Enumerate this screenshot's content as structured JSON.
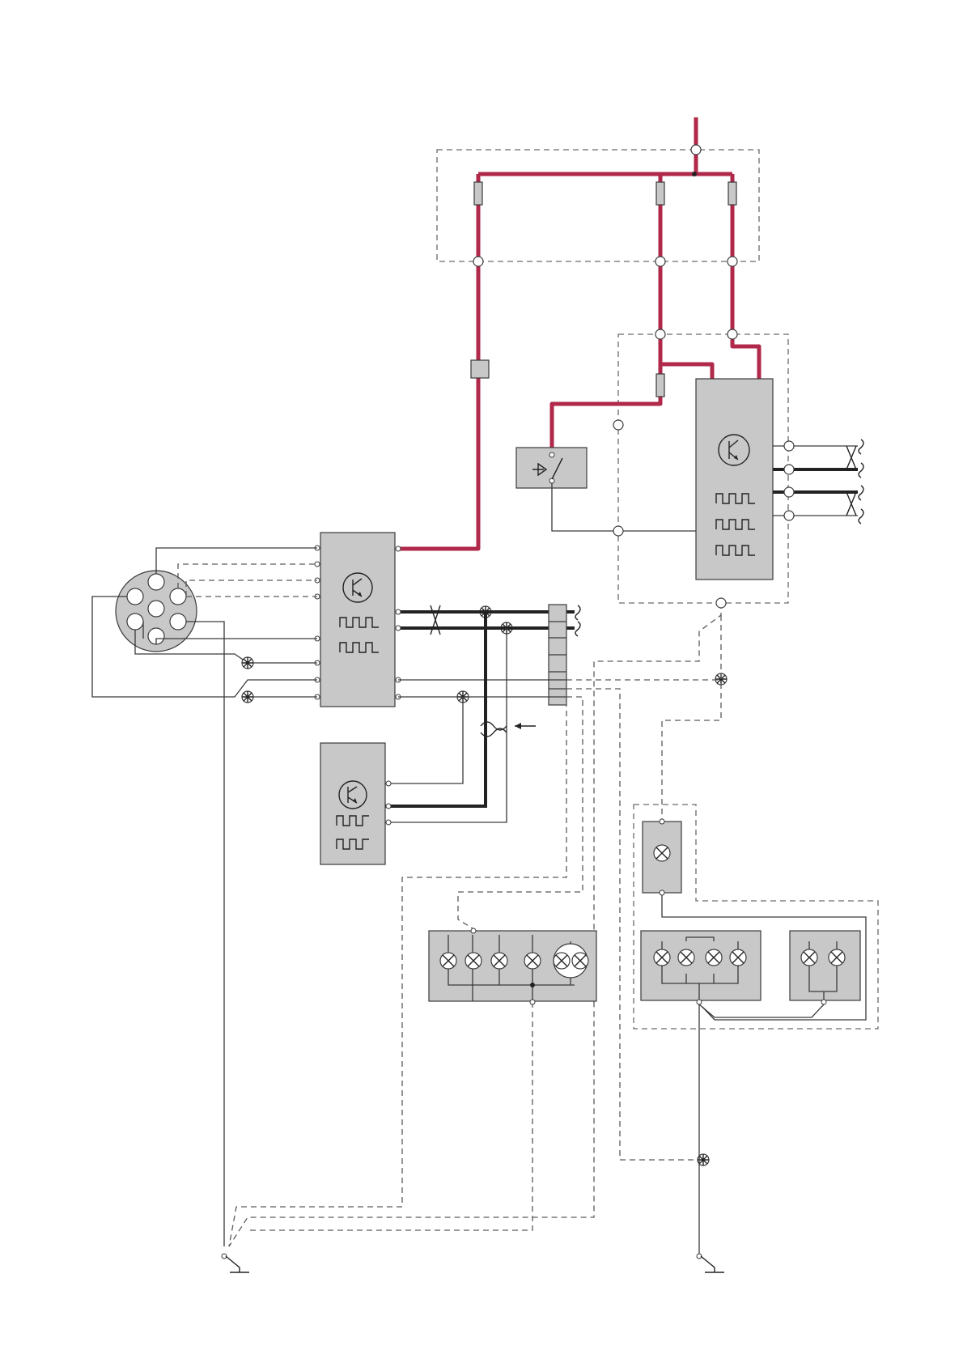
{
  "page": {
    "background": "#ffffff"
  },
  "colors": {
    "power_wire": "#b0284a",
    "module_fill": "#c8c8c8",
    "wire": "#3a3a3a",
    "bus_wire": "#222222",
    "dashed_wire": "#5a5a5a"
  },
  "components": {
    "fuse_box": {
      "fuse_count": 3
    },
    "control_module_upper": {
      "icon": "transistor-icon",
      "signal_icons": 3
    },
    "control_module_center": {
      "icon": "transistor-icon",
      "signal_icons": 2
    },
    "control_module_lower": {
      "icon": "transistor-icon",
      "signal_icons": 2
    },
    "trailer_socket": {
      "pin_count": 7
    },
    "relay_switch": {
      "icon": "relay-switch-icon"
    },
    "lamp_cluster_left": {
      "lamp_count": 6
    },
    "lamp_cluster_right_a": {
      "lamp_count": 4
    },
    "lamp_cluster_right_b": {
      "lamp_count": 2
    },
    "lamp_single": {
      "lamp_count": 1
    },
    "ground_points": 2
  }
}
